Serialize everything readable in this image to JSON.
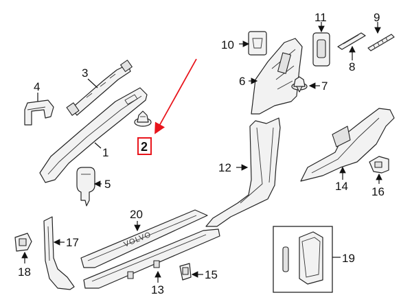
{
  "colors": {
    "line": "#222222",
    "part_fill": "#f2f2f2",
    "highlight": "#e8141b"
  },
  "highlighted_part": "2",
  "stamp_text": "VOLVO",
  "labels": {
    "p1": "1",
    "p2": "2",
    "p3": "3",
    "p4": "4",
    "p5": "5",
    "p6": "6",
    "p7": "7",
    "p8": "8",
    "p9": "9",
    "p10": "10",
    "p11": "11",
    "p12": "12",
    "p13": "13",
    "p14": "14",
    "p15": "15",
    "p16": "16",
    "p17": "17",
    "p18": "18",
    "p19": "19",
    "p20": "20"
  }
}
